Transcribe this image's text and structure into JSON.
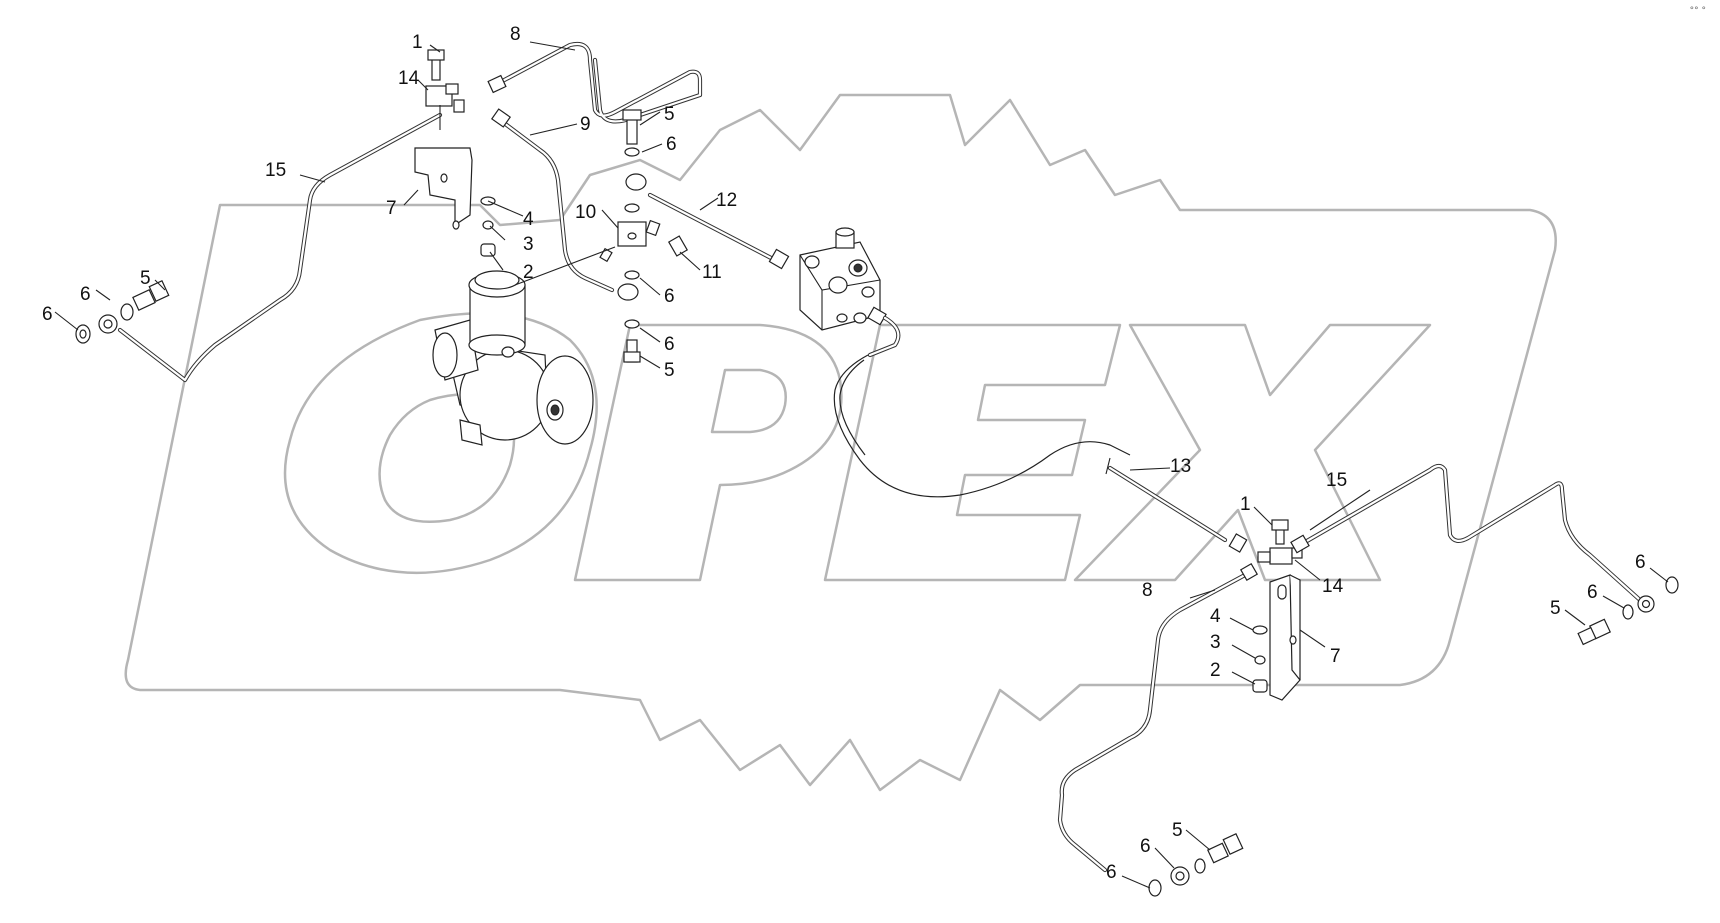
{
  "watermark": {
    "text": "OPEX"
  },
  "corner_mark": "°° °",
  "callouts": [
    {
      "id": "c1a",
      "text": "1"
    },
    {
      "id": "c14a",
      "text": "14"
    },
    {
      "id": "c8a",
      "text": "8"
    },
    {
      "id": "c9",
      "text": "9"
    },
    {
      "id": "c15a",
      "text": "15"
    },
    {
      "id": "c7a",
      "text": "7"
    },
    {
      "id": "c4a",
      "text": "4"
    },
    {
      "id": "c3a",
      "text": "3"
    },
    {
      "id": "c2a",
      "text": "2"
    },
    {
      "id": "c5a",
      "text": "5"
    },
    {
      "id": "c6a",
      "text": "6"
    },
    {
      "id": "c6b",
      "text": "6"
    },
    {
      "id": "c5b",
      "text": "5"
    },
    {
      "id": "c6c",
      "text": "6"
    },
    {
      "id": "c12",
      "text": "12"
    },
    {
      "id": "c10",
      "text": "10"
    },
    {
      "id": "c11",
      "text": "11"
    },
    {
      "id": "c6d",
      "text": "6"
    },
    {
      "id": "c6e",
      "text": "6"
    },
    {
      "id": "c5c",
      "text": "5"
    },
    {
      "id": "c13",
      "text": "13"
    },
    {
      "id": "c1b",
      "text": "1"
    },
    {
      "id": "c15b",
      "text": "15"
    },
    {
      "id": "c14b",
      "text": "14"
    },
    {
      "id": "c8b",
      "text": "8"
    },
    {
      "id": "c4b",
      "text": "4"
    },
    {
      "id": "c3b",
      "text": "3"
    },
    {
      "id": "c2b",
      "text": "2"
    },
    {
      "id": "c7b",
      "text": "7"
    },
    {
      "id": "c6f",
      "text": "6"
    },
    {
      "id": "c6g",
      "text": "6"
    },
    {
      "id": "c5d",
      "text": "5"
    },
    {
      "id": "c5e",
      "text": "5"
    },
    {
      "id": "c6h",
      "text": "6"
    },
    {
      "id": "c6i",
      "text": "6"
    }
  ]
}
